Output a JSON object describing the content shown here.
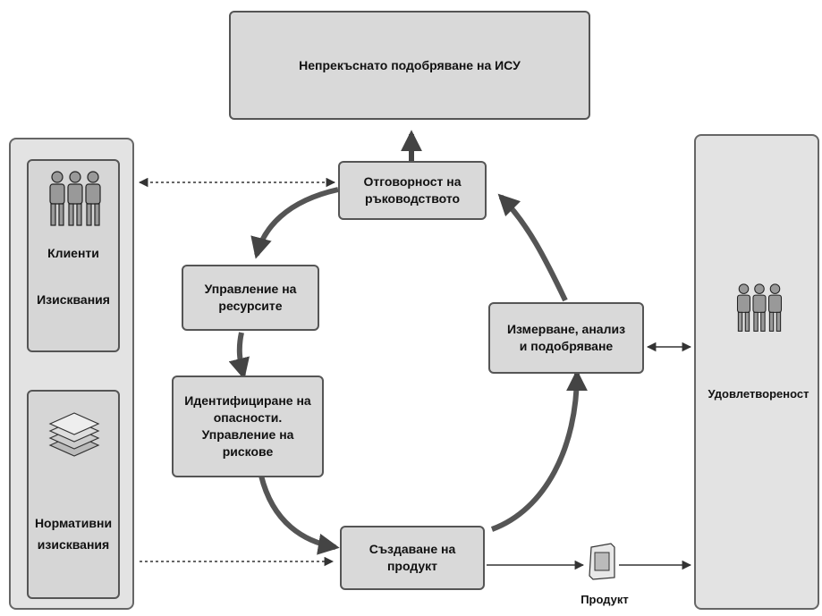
{
  "top": {
    "title": "Непрекъснато подобряване на ИСУ"
  },
  "cycle": {
    "responsibility": [
      "Отговорност на",
      "ръководството"
    ],
    "resources": [
      "Управление на",
      "ресурсите"
    ],
    "hazards": [
      "Идентифициране на",
      "опасности.",
      "Управление на",
      "рискове"
    ],
    "product_creation": [
      "Създаване на",
      "продукт"
    ],
    "measurement": [
      "Измерване, анализ",
      "и подобряване"
    ]
  },
  "left_panel": {
    "clients": "Клиенти",
    "requirements": "Изисквания",
    "normative": [
      "Нормативни",
      "изисквания"
    ]
  },
  "right_panel": {
    "satisfaction": "Удовлетвореност"
  },
  "product_label": "Продукт"
}
